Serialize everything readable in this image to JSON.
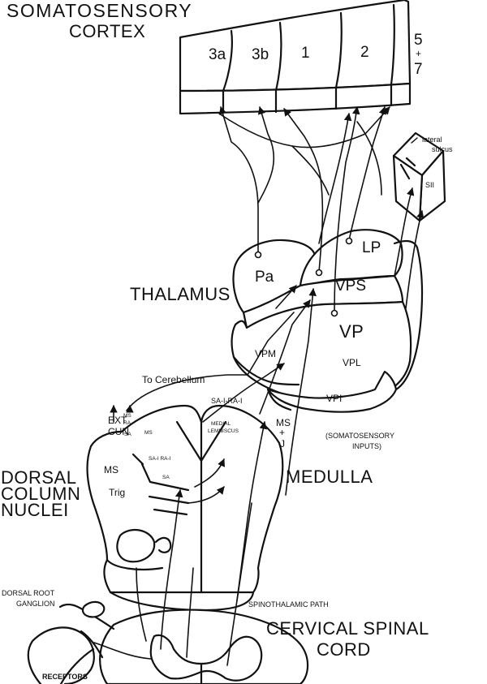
{
  "cortex": {
    "title_line1": "SOMATOSENSORY",
    "title_line2": "CORTEX",
    "areas": [
      "3a",
      "3b",
      "1",
      "2"
    ],
    "area_57_top": "5",
    "area_57_mid": "+",
    "area_57_bottom": "7",
    "lateral_sulcus_line1": "lateral",
    "lateral_sulcus_line2": "sulcus",
    "sii": "SII"
  },
  "thalamus": {
    "title": "THALAMUS",
    "nuclei": {
      "pa": "Pa",
      "lp": "LP",
      "vps": "VPS",
      "vp": "VP",
      "vpm": "VPM",
      "vpl": "VPL",
      "vpi": "VPI"
    }
  },
  "medulla": {
    "title": "MEDULLA",
    "to_cerebellum": "To Cerebellum",
    "sa_ra": "SA-I-RA-I",
    "ext_cun_line1": "EXT",
    "ext_cun_line2": "CUN",
    "ms_ra_line1": "MS",
    "ms_ra_line2": "RA",
    "sa_small": "SA",
    "ms_small": "MS",
    "ms_label": "MS",
    "trig": "Trig",
    "medial_lemniscus_line1": "MEDIAL",
    "medial_lemniscus_line2": "LEMNISCUS",
    "inner_sa_ra": "SA-I RA-I",
    "inner_sa": "SA",
    "ms_j_line1": "MS",
    "ms_j_line2": "+",
    "ms_j_line3": "J",
    "somatosensory_inputs_line1": "(SOMATOSENSORY",
    "somatosensory_inputs_line2": "INPUTS)"
  },
  "dorsal_column_nuclei": {
    "line1": "DORSAL",
    "line2": "COLUMN",
    "line3": "NUCLEI"
  },
  "spinal": {
    "dorsal_root_ganglion_line1": "DORSAL ROOT",
    "dorsal_root_ganglion_line2": "GANGLION",
    "spinothalamic_path": "SPINOTHALAMIC PATH",
    "cord_line1": "CERVICAL SPINAL",
    "cord_line2": "CORD",
    "receptors": "RECEPTORS"
  }
}
